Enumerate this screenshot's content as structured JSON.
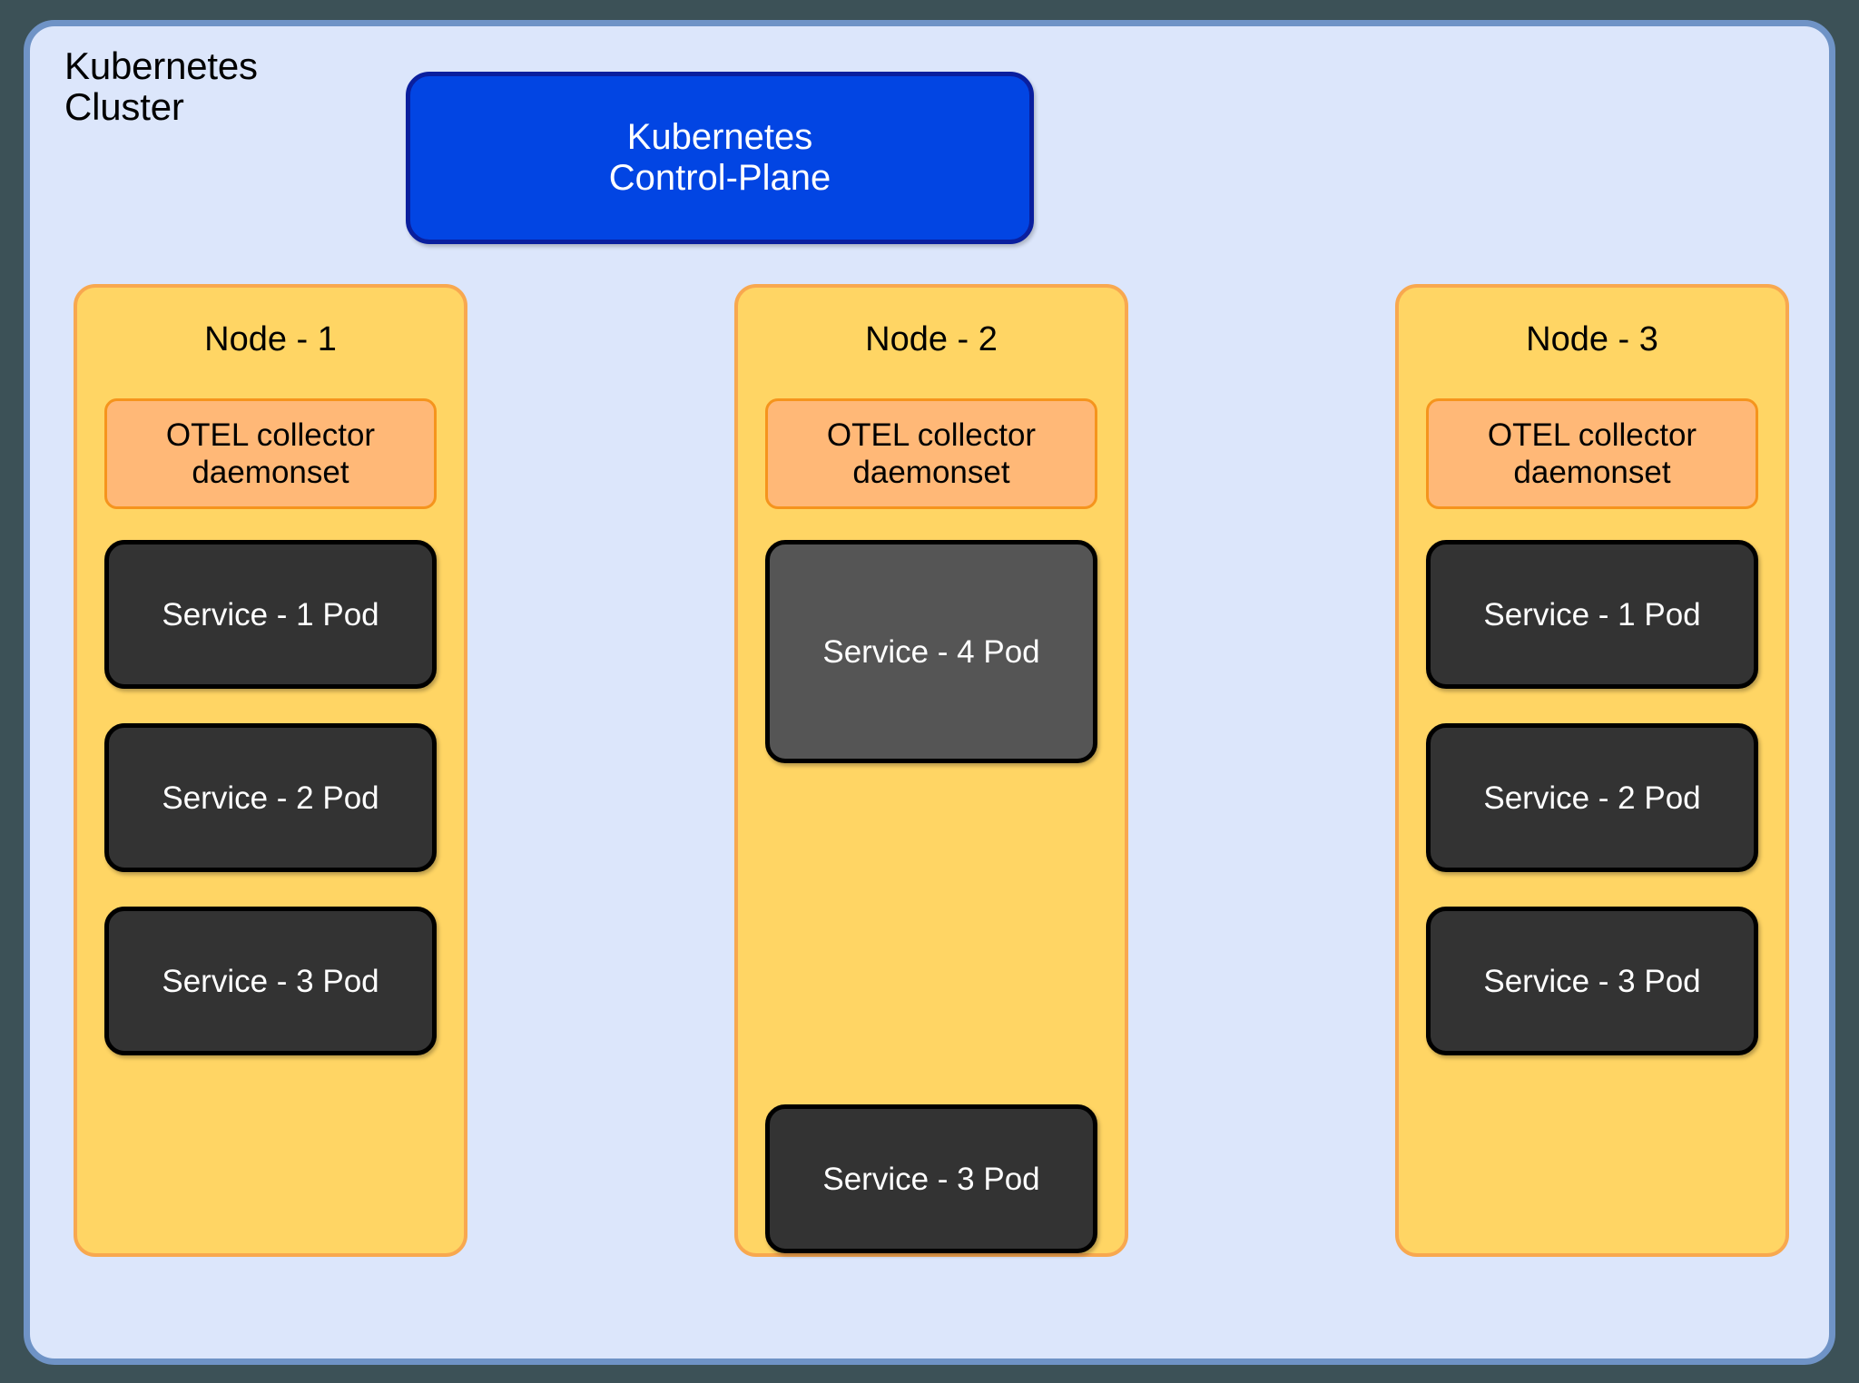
{
  "cluster": {
    "label": "Kubernetes\nCluster",
    "background_color": "#dce6fb",
    "border_color": "#6f93c6"
  },
  "control_plane": {
    "label": "Kubernetes\nControl-Plane",
    "fill_color": "#0245e3",
    "border_color": "#0a1f9e",
    "text_color": "#ffffff"
  },
  "node_style": {
    "fill_color": "#ffd564",
    "border_color": "#f8a84f"
  },
  "otel_style": {
    "fill_color": "#ffb877",
    "border_color": "#f5941d"
  },
  "pod_style": {
    "fill_color": "#333333",
    "highlight_fill_color": "#555555",
    "border_color": "#000000",
    "text_color": "#ffffff"
  },
  "nodes": [
    {
      "title": "Node - 1",
      "otel": "OTEL collector\ndaemonset",
      "pods": [
        {
          "label": "Service - 1 Pod",
          "highlighted": false
        },
        {
          "label": "Service - 2 Pod",
          "highlighted": false
        },
        {
          "label": "Service - 3 Pod",
          "highlighted": false
        }
      ]
    },
    {
      "title": "Node - 2",
      "otel": "OTEL collector\ndaemonset",
      "pods": [
        {
          "label": "Service - 4 Pod",
          "highlighted": true
        },
        {
          "label": "Service - 3 Pod",
          "highlighted": false
        }
      ]
    },
    {
      "title": "Node - 3",
      "otel": "OTEL collector\ndaemonset",
      "pods": [
        {
          "label": "Service - 1 Pod",
          "highlighted": false
        },
        {
          "label": "Service - 2 Pod",
          "highlighted": false
        },
        {
          "label": "Service - 3 Pod",
          "highlighted": false
        }
      ]
    }
  ]
}
